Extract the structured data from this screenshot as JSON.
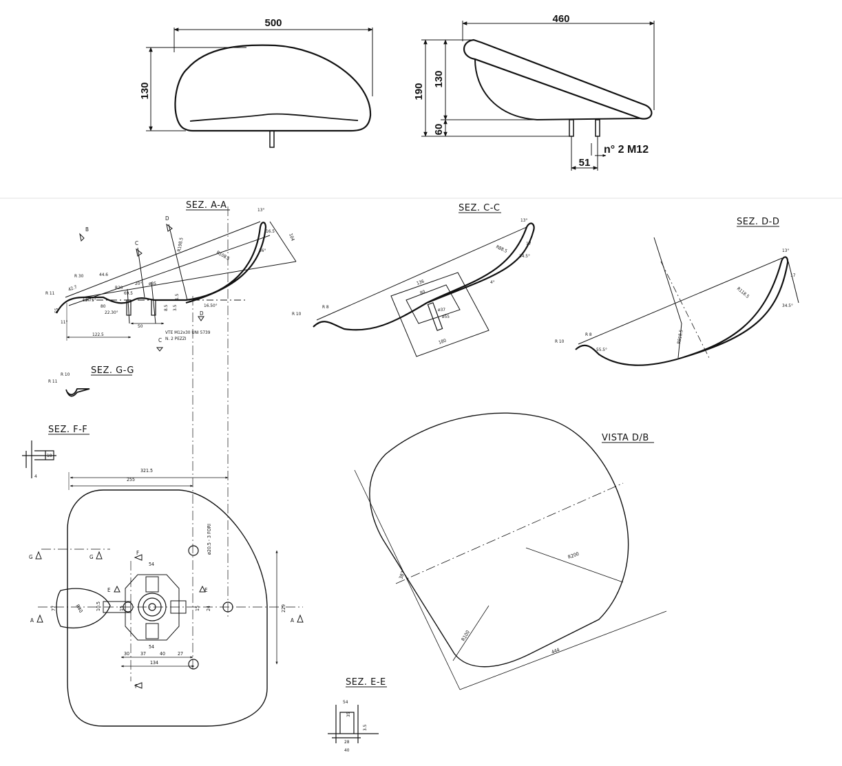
{
  "top_views": {
    "front": {
      "width": "500",
      "height": "130"
    },
    "side": {
      "depth": "460",
      "total_height": "190",
      "bowl_height": "130",
      "pin_height": "60",
      "pin_spacing": "51",
      "fixing": "n° 2 M12"
    }
  },
  "sections": {
    "sez_a": {
      "title": "SEZ. A-A",
      "labels": [
        "13°",
        "16.5",
        "104",
        "36°",
        "R198.5",
        "R108.5",
        "44.6",
        "R 30",
        "R 11",
        "42.7",
        "12.75°",
        "80",
        "22.30°",
        "R20",
        "20°",
        "ø35",
        "69.5",
        "1.5",
        "8.5",
        "3.5",
        "16.50°",
        "11°",
        "55",
        "50",
        "122.5",
        "VTE M12x30 UNI 5739",
        "N. 2 PEZZI"
      ],
      "markers": [
        "B",
        "C",
        "D",
        "C",
        "D"
      ]
    },
    "sez_c": {
      "title": "SEZ. C-C",
      "labels": [
        "13°",
        "17",
        "R88.5",
        "34.5°",
        "4°",
        "136",
        "80",
        "ø37",
        "ø55",
        "180",
        "R 10",
        "R 8"
      ]
    },
    "sez_d": {
      "title": "SEZ. D-D",
      "labels": [
        "13°",
        "17",
        "R118.5",
        "34.5°",
        "R918.5",
        "55.5°",
        "R 10",
        "R 8"
      ]
    },
    "sez_g": {
      "title": "SEZ. G-G",
      "labels": [
        "R 10",
        "R 11"
      ]
    },
    "sez_f": {
      "title": "SEZ. F-F",
      "labels": [
        "18",
        "4"
      ]
    },
    "sez_e": {
      "title": "SEZ. E-E",
      "labels": [
        "54",
        "35",
        "3.5",
        "28",
        "40"
      ]
    }
  },
  "plan": {
    "labels": [
      "321.5",
      "255",
      "ø20.5 - 3 FORI",
      "229",
      "54",
      "54",
      "15",
      "24",
      "15",
      "R40",
      "77",
      "10.5",
      "30",
      "37",
      "40",
      "27",
      "134"
    ],
    "markers": [
      "G",
      "G",
      "F",
      "F",
      "E",
      "E",
      "A",
      "A"
    ]
  },
  "vista": {
    "title": "VISTA D/B",
    "labels": [
      "R200",
      "R100",
      "444",
      "387"
    ]
  }
}
